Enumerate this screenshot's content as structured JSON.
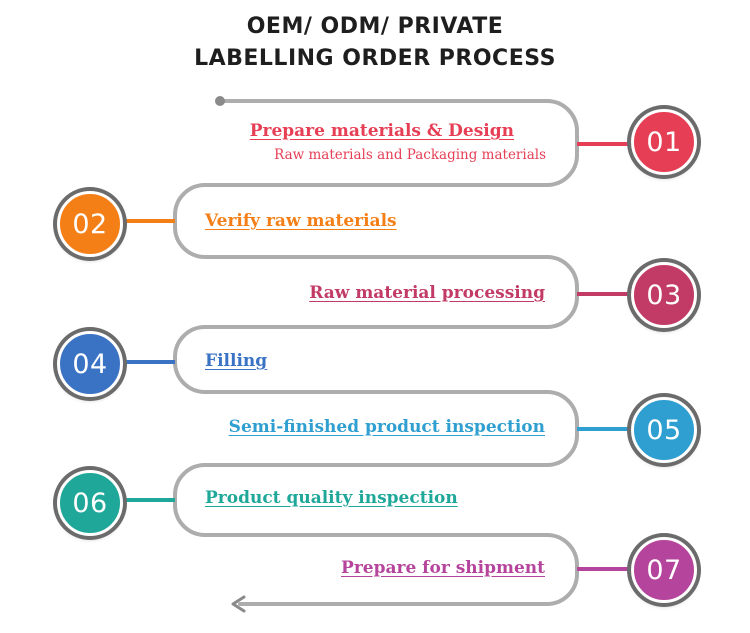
{
  "title": {
    "line1": "OEM/ ODM/ PRIVATE",
    "line2": "LABELLING ORDER PROCESS"
  },
  "steps": [
    {
      "number": "01",
      "label": "Prepare materials & Design",
      "sub": "Raw materials and Packaging materials",
      "color": "#e63f55",
      "side": "right"
    },
    {
      "number": "02",
      "label": "Verify raw materials",
      "sub": "",
      "color": "#f57f17",
      "side": "left"
    },
    {
      "number": "03",
      "label": "Raw material processing",
      "sub": "",
      "color": "#c23b66",
      "side": "right"
    },
    {
      "number": "04",
      "label": "Filling",
      "sub": "",
      "color": "#3b73c4",
      "side": "left"
    },
    {
      "number": "05",
      "label": "Semi-finished product inspection",
      "sub": "",
      "color": "#2e9fd0",
      "side": "right"
    },
    {
      "number": "06",
      "label": "Product quality inspection",
      "sub": "",
      "color": "#1fa89a",
      "side": "left"
    },
    {
      "number": "07",
      "label": "Prepare for shipment",
      "sub": "",
      "color": "#b5459c",
      "side": "right"
    }
  ],
  "colors": {
    "path_stroke": "#adadad",
    "badge_ring": "#6b6b6b",
    "title_text": "#1e1e1e"
  }
}
